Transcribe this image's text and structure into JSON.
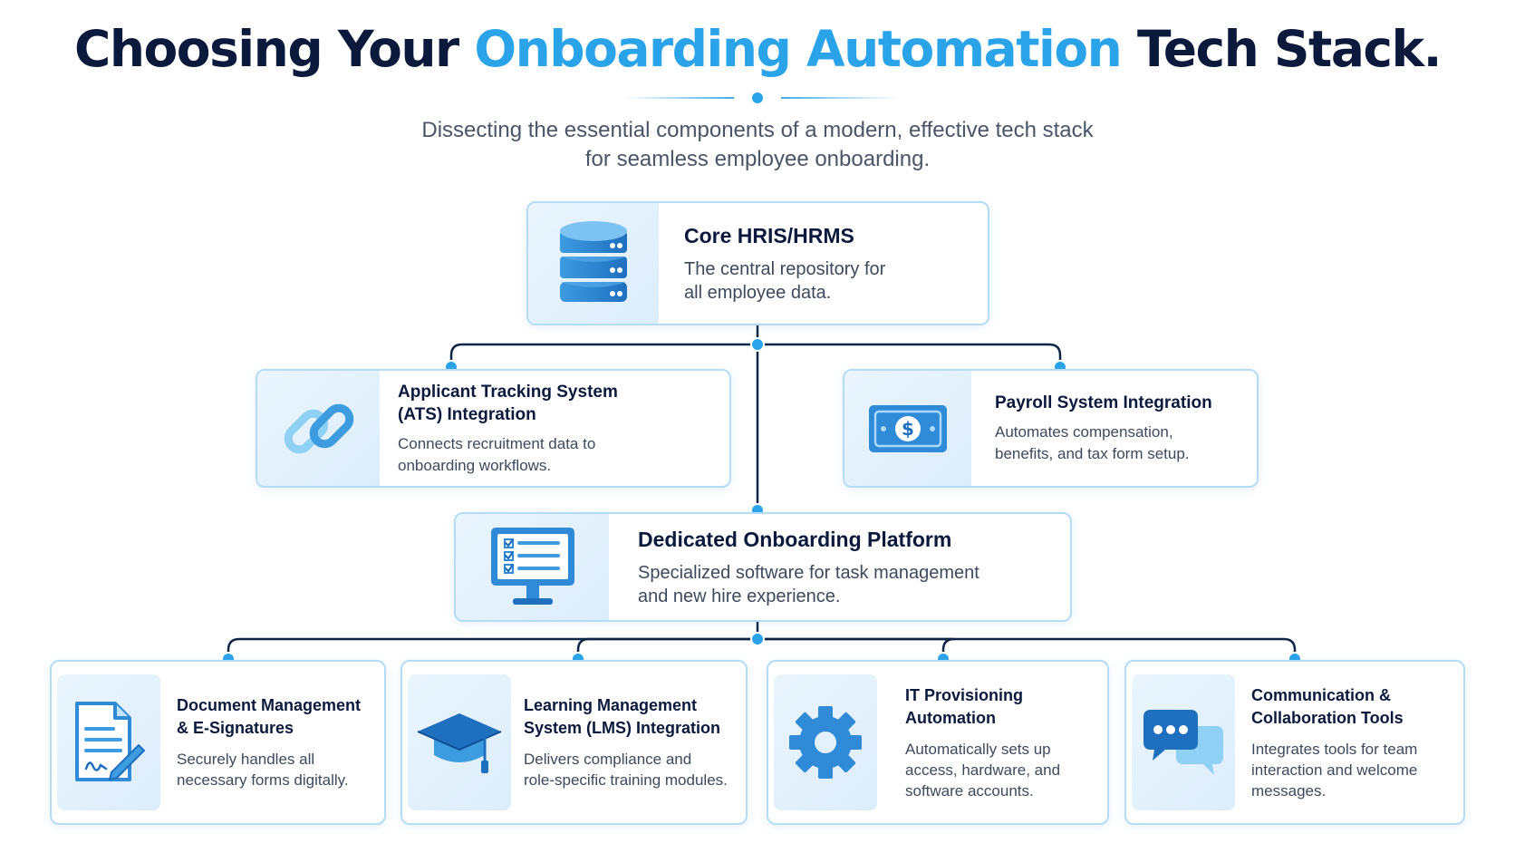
{
  "header": {
    "title_start": "Choosing Your ",
    "title_accent": "Onboarding Automation",
    "title_end": " Tech Stack.",
    "subtitle_line1": "Dissecting the essential components of a modern, effective tech stack",
    "subtitle_line2": "for seamless employee onboarding."
  },
  "colors": {
    "navy": "#0b1a3c",
    "accent": "#2aa3e9",
    "connector": "#0f2545",
    "node": "#2aa3e9",
    "card_border": "#b5dcf5",
    "icon_panel": "#e3f1fc"
  },
  "nodes": {
    "core": {
      "icon": "database-icon",
      "title": "Core HRIS/HRMS",
      "line1": "The central repository for",
      "line2": "all employee data."
    },
    "ats": {
      "icon": "chain-link-icon",
      "title1": "Applicant Tracking System",
      "title2": "(ATS) Integration",
      "line1": "Connects recruitment data to",
      "line2": "onboarding workflows."
    },
    "payroll": {
      "icon": "dollar-bill-icon",
      "title": "Payroll System Integration",
      "line1": "Automates compensation,",
      "line2": "benefits, and tax form setup."
    },
    "platform": {
      "icon": "checklist-monitor-icon",
      "title": "Dedicated Onboarding Platform",
      "line1": "Specialized software for task management",
      "line2": "and new hire experience."
    },
    "docs": {
      "icon": "signed-document-icon",
      "title1": "Document Management",
      "title2": "& E-Signatures",
      "line1": "Securely handles all",
      "line2": "necessary forms digitally."
    },
    "lms": {
      "icon": "graduation-cap-icon",
      "title1": "Learning Management",
      "title2": "System (LMS) Integration",
      "line1": "Delivers compliance and",
      "line2": "role-specific training modules."
    },
    "it": {
      "icon": "gear-icon",
      "title1": "IT Provisioning",
      "title2": "Automation",
      "line1": "Automatically sets up",
      "line2": "access, hardware, and",
      "line3": "software accounts."
    },
    "comms": {
      "icon": "chat-bubbles-icon",
      "title1": "Communication &",
      "title2": "Collaboration Tools",
      "line1": "Integrates tools for team",
      "line2": "interaction and welcome",
      "line3": "messages."
    }
  }
}
